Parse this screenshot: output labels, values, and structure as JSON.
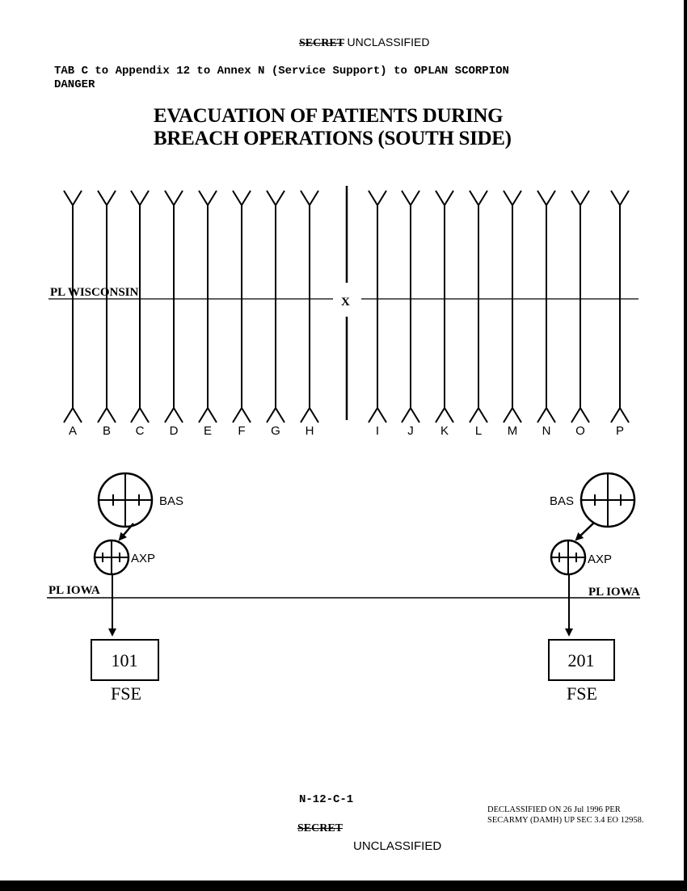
{
  "header": {
    "classification_old": "SECRET",
    "classification": "UNCLASSIFIED",
    "reference_line1": "TAB C to Appendix 12 to Annex N (Service Support) to OPLAN SCORPION",
    "reference_line2": "DANGER"
  },
  "title": {
    "line1": "EVACUATION OF PATIENTS DURING",
    "line2": "BREACH OPERATIONS  (SOUTH SIDE)"
  },
  "diagram": {
    "lanes_left": [
      "A",
      "B",
      "C",
      "D",
      "E",
      "F",
      "G",
      "H"
    ],
    "lanes_right": [
      "I",
      "J",
      "K",
      "L",
      "M",
      "N",
      "O",
      "P"
    ],
    "phase_line_top": "PL WISCONSIN",
    "center_mark": "X",
    "phase_line_bottom_left": "PL IOWA",
    "phase_line_bottom_right": "PL IOWA",
    "left_unit": {
      "bas": "BAS",
      "axp": "AXP",
      "fse_number": "101",
      "fse_label": "FSE"
    },
    "right_unit": {
      "bas": "BAS",
      "axp": "AXP",
      "fse_number": "201",
      "fse_label": "FSE"
    }
  },
  "footer": {
    "page_number": "N-12-C-1",
    "declassified_line1": "DECLASSIFIED ON 26 Jul 1996 PER",
    "declassified_line2": "SECARMY (DAMH) UP SEC 3.4 EO 12958.",
    "classification_old": "SECRET",
    "classification": "UNCLASSIFIED"
  }
}
